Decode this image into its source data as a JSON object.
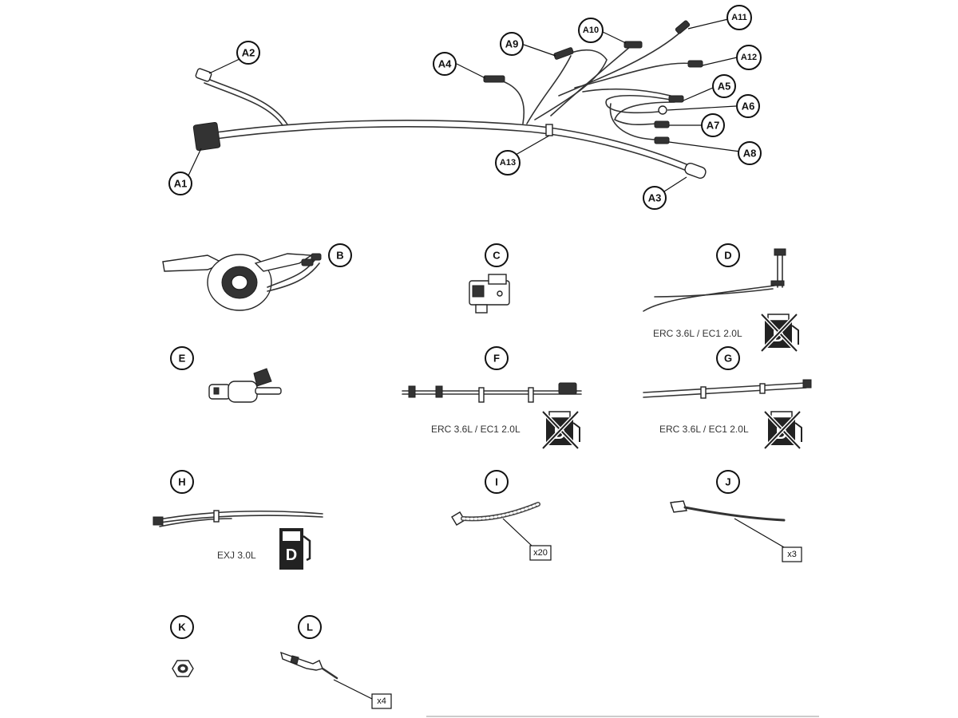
{
  "harness_callouts": [
    "A1",
    "A2",
    "A3",
    "A4",
    "A5",
    "A6",
    "A7",
    "A8",
    "A9",
    "A10",
    "A11",
    "A12",
    "A13"
  ],
  "parts": {
    "B": {
      "label": "B"
    },
    "C": {
      "label": "C"
    },
    "D": {
      "label": "D",
      "note": "ERC 3.6L / EC1 2.0L",
      "icon": "no-diesel-icon"
    },
    "E": {
      "label": "E"
    },
    "F": {
      "label": "F",
      "note": "ERC 3.6L / EC1 2.0L",
      "icon": "no-diesel-icon"
    },
    "G": {
      "label": "G",
      "note": "ERC 3.6L / EC1 2.0L",
      "icon": "no-diesel-icon"
    },
    "H": {
      "label": "H",
      "note": "EXJ 3.0L",
      "icon": "diesel-pump-icon"
    },
    "I": {
      "label": "I",
      "qty": "x20"
    },
    "J": {
      "label": "J",
      "qty": "x3"
    },
    "K": {
      "label": "K"
    },
    "L": {
      "label": "L",
      "qty": "x4"
    }
  },
  "diesel_symbol_letter": "D"
}
